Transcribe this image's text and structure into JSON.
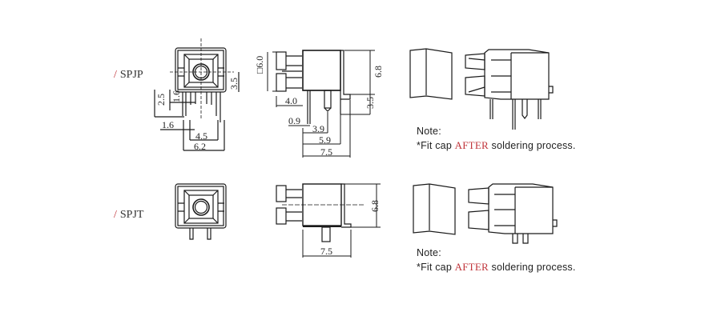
{
  "variants": [
    {
      "name": "SPJP",
      "label_prefix": "/",
      "front_view": {
        "dimensions": {
          "overall_pin_span": "6.2",
          "inner_pin_span": "4.5",
          "pin_offset": "1.6",
          "pin_height_a": "2.5",
          "pin_height_b": "1.6",
          "center_height": "3.5"
        }
      },
      "side_view": {
        "dimensions": {
          "square_size": "□6.0",
          "height": "6.8",
          "standoff": "3.5",
          "lead_length": "4.0",
          "pin_width": "0.9",
          "pin_pos_a": "3.9",
          "pin_pos_b": "5.9",
          "overall_length": "7.5"
        }
      },
      "note": {
        "title": "Note:",
        "prefix": "*Fit cap ",
        "highlight": "AFTER",
        "suffix": " soldering process."
      }
    },
    {
      "name": "SPJT",
      "label_prefix": "/",
      "side_view": {
        "dimensions": {
          "height": "6.8",
          "overall_length": "7.5"
        }
      },
      "note": {
        "title": "Note:",
        "prefix": "*Fit cap ",
        "highlight": "AFTER",
        "suffix": " soldering process."
      }
    }
  ],
  "colors": {
    "accent": "#c0343a",
    "line": "#1a1a1a",
    "text": "#222222"
  }
}
